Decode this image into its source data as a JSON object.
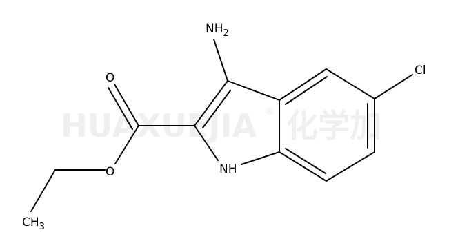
{
  "watermark": {
    "text": "HUAXUEJIA",
    "registered": "®",
    "cn": "化学加"
  },
  "atoms": {
    "nh2_main": "NH",
    "nh2_sub": "2",
    "cl": "Cl",
    "o_carbonyl": "O",
    "o_ester": "O",
    "nh_ring": "NH",
    "ch3_main": "CH",
    "ch3_sub": "3"
  }
}
